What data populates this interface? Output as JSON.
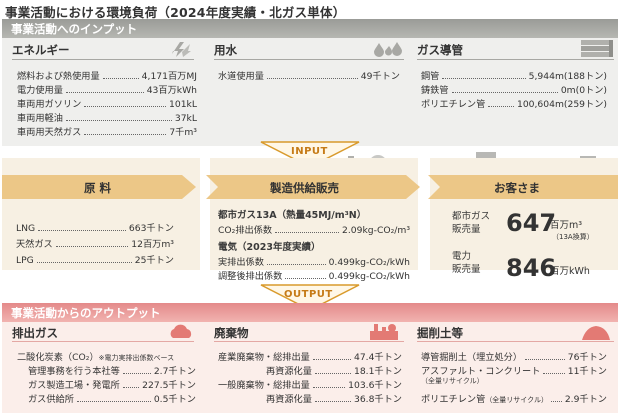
{
  "title": "事業活動における環境負荷（2024年度実績・北ガス単体）",
  "input": {
    "band_title": "事業活動へのインプット",
    "energy": {
      "heading": "エネルギー",
      "icon": "lightning-icon",
      "rows": [
        {
          "label": "燃料および熱使用量",
          "value": "4,171百万MJ"
        },
        {
          "label": "電力使用量",
          "value": "43百万kWh"
        },
        {
          "label": "車両用ガソリン",
          "value": "101kL"
        },
        {
          "label": "車両用軽油",
          "value": "37kL"
        },
        {
          "label": "車両用天然ガス",
          "value": "7千m³"
        }
      ]
    },
    "water": {
      "heading": "用水",
      "icon": "water-drops-icon",
      "rows": [
        {
          "label": "水道使用量",
          "value": "49千トン"
        }
      ]
    },
    "pipes": {
      "heading": "ガス導管",
      "icon": "pipe-stack-icon",
      "rows": [
        {
          "label": "鋼管",
          "value": "5,944m(188トン)"
        },
        {
          "label": "鋳鉄管",
          "value": "0m(0トン)"
        },
        {
          "label": "ポリエチレン管",
          "value": "100,604m(259トン)"
        }
      ]
    }
  },
  "input_arrow_label": "INPUT",
  "output_arrow_label": "OUTPUT",
  "raw_materials": {
    "heading": "原 料",
    "rows": [
      {
        "label": "LNG",
        "value": "663千トン"
      },
      {
        "label": "天然ガス",
        "value": "12百万m³"
      },
      {
        "label": "LPG",
        "value": "25千トン"
      }
    ]
  },
  "manufacturing": {
    "heading": "製造供給販売",
    "city_gas_title": "都市ガス13A（熱量45MJ/m³N）",
    "co2_label": "CO₂排出係数",
    "co2_value": "2.09kg-CO₂/m³",
    "electricity_title": "電気（2023年度実績）",
    "actual_label": "実排出係数",
    "actual_value": "0.499kg-CO₂/kWh",
    "adjusted_label": "調整後排出係数",
    "adjusted_value": "0.499kg-CO₂/kWh"
  },
  "customers": {
    "heading": "お客さま",
    "gas_label_1": "都市ガス",
    "gas_label_2": "販売量",
    "gas_value": "647",
    "gas_unit": "百万m³",
    "gas_note": "（13A換算）",
    "elec_label_1": "電力",
    "elec_label_2": "販売量",
    "elec_value": "846",
    "elec_unit": "百万kWh"
  },
  "output": {
    "band_title": "事業活動からのアウトプット",
    "emissions": {
      "heading": "排出ガス",
      "icon": "cloud-icon",
      "co2_label": "二酸化炭素（CO₂）",
      "co2_note": "※電力実排出係数ベース",
      "rows": [
        {
          "label": "管理事務を行う本社等",
          "value": "2.7千トン"
        },
        {
          "label": "ガス製造工場・発電所",
          "value": "227.5千トン"
        },
        {
          "label": "ガス供給所",
          "value": "0.5千トン"
        }
      ]
    },
    "waste": {
      "heading": "廃棄物",
      "icon": "factory-waste-icon",
      "rows": [
        {
          "label": "産業廃棄物・総排出量",
          "value": "47.4千トン"
        },
        {
          "label": "再資源化量",
          "value": "18.1千トン"
        },
        {
          "label": "一般廃棄物・総排出量",
          "value": "103.6千トン"
        },
        {
          "label": "再資源化量",
          "value": "36.8千トン"
        }
      ]
    },
    "excavated": {
      "heading": "掘削土等",
      "icon": "excavated-soil-icon",
      "rows": [
        {
          "label": "導管掘削土（埋立処分）",
          "value": "76千トン"
        },
        {
          "label": "アスファルト・コンクリート",
          "value": "11千トン"
        },
        {
          "label": "（全量リサイクル）",
          "value": ""
        },
        {
          "label": "ポリエチレン管",
          "label_note": "（全量リサイクル）",
          "value": "2.9千トン"
        }
      ]
    }
  }
}
